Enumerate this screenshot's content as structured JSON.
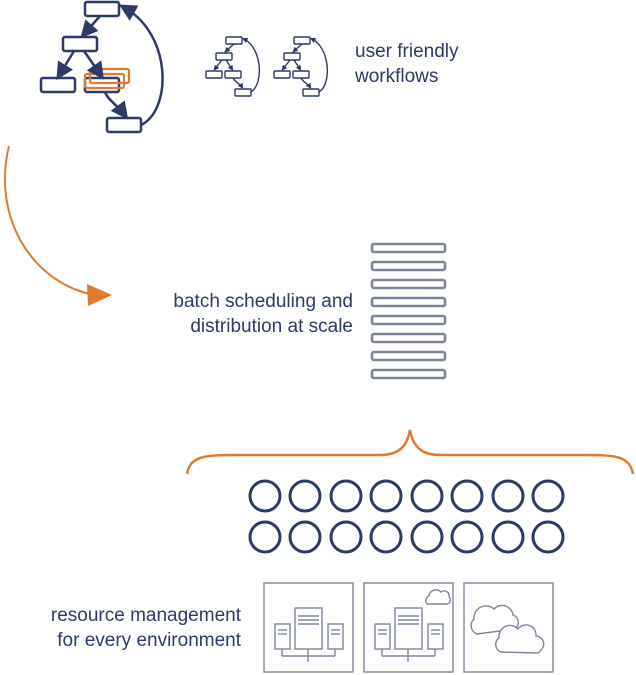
{
  "labels": {
    "workflows": [
      "user friendly",
      "workflows"
    ],
    "batch": [
      "batch scheduling and",
      "distribution at scale"
    ],
    "resource": [
      "resource management",
      "for every environment"
    ]
  },
  "colors": {
    "navy": "#2b3a67",
    "orange": "#e07a2e",
    "gray": "#7d8699"
  },
  "icons": {
    "workflow_main": "workflow-graph-icon",
    "workflow_small": "mini-workflow-graph-icon",
    "job_queue": "job-queue-stack-icon",
    "worker_slots": "worker-slot-circle-icon",
    "environments": [
      "on-premise-servers-icon",
      "hybrid-servers-cloud-icon",
      "cloud-icon"
    ]
  }
}
